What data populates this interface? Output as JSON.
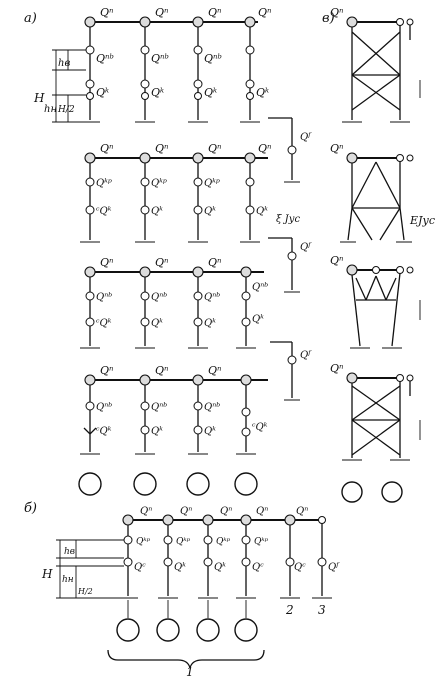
{
  "panels": {
    "a": "а)",
    "b": "б)",
    "v": "в)"
  },
  "labels": {
    "Qn": "Qⁿ",
    "Qnb": "Qⁿᵇ",
    "Qk": "Qᵏ",
    "Qc": "Qᶜ",
    "Qf": "Qᶠ",
    "Qknb": "Qᵏᵖ",
    "Qcqk": "ᶜQᵏ",
    "H": "H",
    "hv": "hв",
    "hn": "hн",
    "H2": "H/2",
    "EJ": "EJус",
    "EJa": "ξ Jус",
    "n1": "1",
    "n2": "2",
    "n3": "3"
  }
}
